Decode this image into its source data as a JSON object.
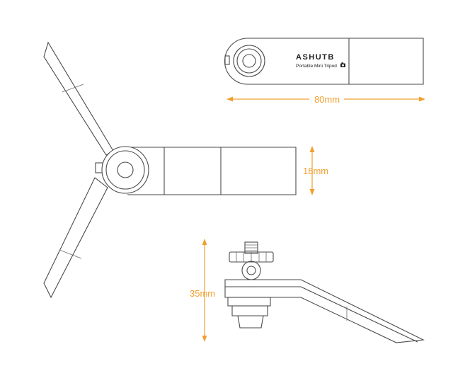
{
  "labels": {
    "brand": "ASHUTB",
    "subtitle": "Portable Mini Tripod"
  },
  "dimensions": {
    "length": "80mm",
    "thickness": "18mm",
    "height": "35mm"
  },
  "colors": {
    "dimension": "#f0a030",
    "outline": "#4a4a4a",
    "background": "#ffffff"
  },
  "icons": {
    "brand_mark": "camera-icon"
  }
}
